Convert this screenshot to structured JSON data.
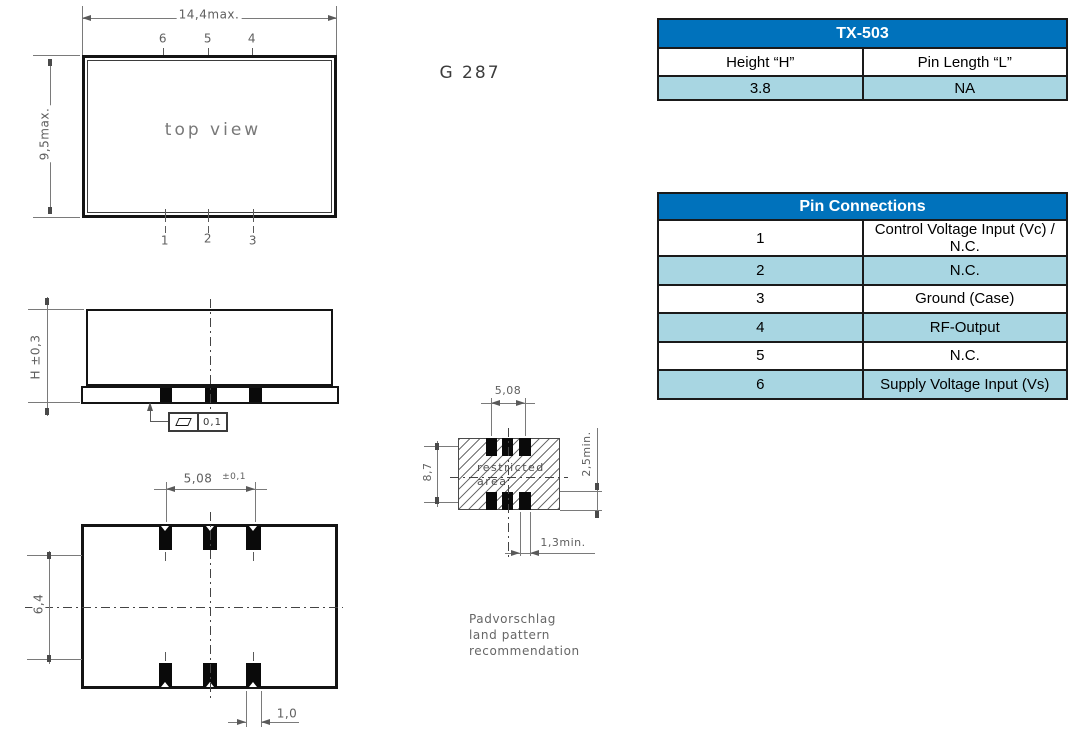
{
  "drawing_number": "G 287",
  "top_view": {
    "label": "top view",
    "width_dim": "14,4max.",
    "height_dim": "9,5max.",
    "top_pins": [
      "6",
      "5",
      "4"
    ],
    "bottom_pins": [
      "1",
      "2",
      "3"
    ]
  },
  "side_view": {
    "height_dim": "H ±0,3",
    "flatness_tolerance": "0,1"
  },
  "bottom_view": {
    "pitch_dim": "5,08",
    "pitch_tolerance": "±0,1",
    "body_dim": "6,4",
    "pad_dim": "1,0"
  },
  "land_pattern": {
    "pitch_dim": "5,08",
    "vertical_dim": "8,7",
    "pad_length_dim": "2,5min.",
    "pad_width_dim": "1,3min.",
    "restricted": [
      "restricted",
      "area"
    ],
    "caption": [
      "Padvorschlag",
      "land pattern",
      "recommendation"
    ]
  },
  "spec_table": {
    "title": "TX-503",
    "col_height": "Height “H”",
    "col_pin_length": "Pin Length “L”",
    "height_value": "3.8",
    "pin_length_value": "NA"
  },
  "pin_table": {
    "title": "Pin Connections",
    "rows": [
      {
        "pin": "1",
        "function": "Control Voltage Input (Vc) / N.C."
      },
      {
        "pin": "2",
        "function": "N.C."
      },
      {
        "pin": "3",
        "function": "Ground (Case)"
      },
      {
        "pin": "4",
        "function": "RF-Output"
      },
      {
        "pin": "5",
        "function": "N.C."
      },
      {
        "pin": "6",
        "function": "Supply Voltage Input (Vs)"
      }
    ]
  },
  "colors": {
    "table_header_blue": "#0072bc",
    "table_row_light_blue": "#a8d6e2",
    "table_border": "#1a1a1a",
    "outline_black": "#141414",
    "dimension_gray": "#777777"
  }
}
